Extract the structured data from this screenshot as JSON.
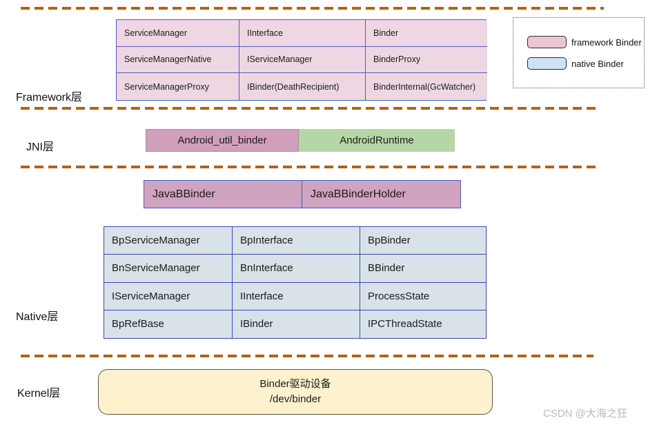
{
  "layer_labels": {
    "framework": "Framework层",
    "jni": "JNI层",
    "native": "Native层",
    "kernel": "Kernel层"
  },
  "framework_table": {
    "rows": [
      [
        "ServiceManager",
        "IInterface",
        "Binder"
      ],
      [
        "ServiceManagerNative",
        "IServiceManager",
        "BinderProxy"
      ],
      [
        "ServiceManagerProxy",
        "IBinder(DeathRecipient)",
        "BinderInternal(GcWatcher)"
      ]
    ]
  },
  "jni_row": {
    "android_util_binder": "Android_util_binder",
    "android_runtime": "AndroidRuntime"
  },
  "jbb_row": {
    "cells": [
      "JavaBBinder",
      "JavaBBinderHolder"
    ]
  },
  "native_table": {
    "rows": [
      [
        "BpServiceManager",
        "BpInterface",
        "BpBinder"
      ],
      [
        "BnServiceManager",
        "BnInterface",
        "BBinder"
      ],
      [
        "IServiceManager",
        "IInterface",
        "ProcessState"
      ],
      [
        "BpRefBase",
        "IBinder",
        "IPCThreadState"
      ]
    ]
  },
  "kernel_box": {
    "line1": "Binder驱动设备",
    "line2": "/dev/binder"
  },
  "legend": {
    "framework_label": "framework Binder",
    "native_label": "native Binder",
    "framework_color": "#e9c6d3",
    "native_color": "#cfe2f3"
  },
  "watermark": "CSDN @大海之狂",
  "colors": {
    "framework_cell": "#eed7e2",
    "framework_border": "#4a5cc5",
    "jni_pink": "#cf9fbb",
    "jni_green": "#b5d7a6",
    "java_bbinder_pink": "#d0a3be",
    "native_cell": "#d9e2e8",
    "native_border": "#3347bd",
    "kernel_fill": "#fdf2cd",
    "dashed_line": "#b26117"
  }
}
